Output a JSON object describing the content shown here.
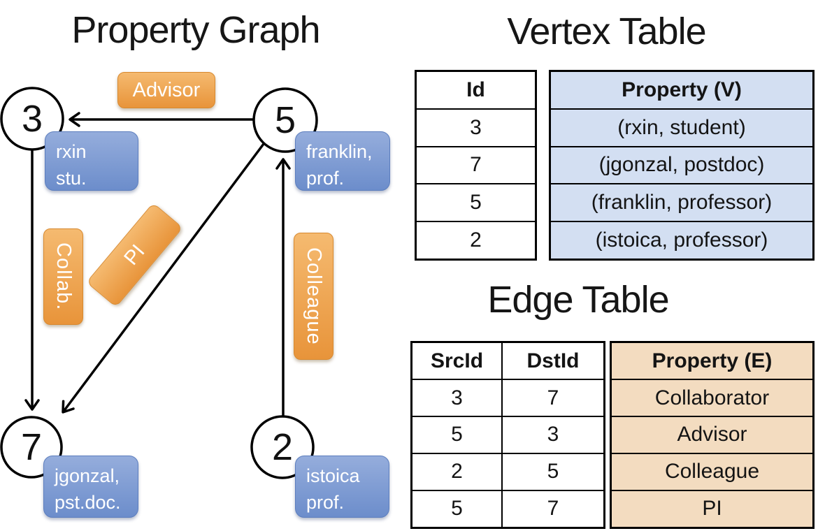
{
  "graph": {
    "title": "Property Graph",
    "nodes": [
      {
        "id": "3",
        "prop1": "rxin",
        "prop2": "stu."
      },
      {
        "id": "5",
        "prop1": "franklin,",
        "prop2": "prof."
      },
      {
        "id": "7",
        "prop1": "jgonzal,",
        "prop2": "pst.doc."
      },
      {
        "id": "2",
        "prop1": "istoica",
        "prop2": "prof."
      }
    ],
    "edge_labels": {
      "advisor": "Advisor",
      "collab": "Collab.",
      "pi": "PI",
      "colleague": "Colleague"
    }
  },
  "vertex_table": {
    "title": "Vertex Table",
    "columns": {
      "id": "Id",
      "property": "Property (V)"
    },
    "rows": [
      {
        "id": "3",
        "property": "(rxin, student)"
      },
      {
        "id": "7",
        "property": "(jgonzal, postdoc)"
      },
      {
        "id": "5",
        "property": "(franklin, professor)"
      },
      {
        "id": "2",
        "property": "(istoica, professor)"
      }
    ]
  },
  "edge_table": {
    "title": "Edge Table",
    "columns": {
      "src": "SrcId",
      "dst": "DstId",
      "property": "Property (E)"
    },
    "rows": [
      {
        "src": "3",
        "dst": "7",
        "property": "Collaborator"
      },
      {
        "src": "5",
        "dst": "3",
        "property": "Advisor"
      },
      {
        "src": "2",
        "dst": "5",
        "property": "Colleague"
      },
      {
        "src": "5",
        "dst": "7",
        "property": "PI"
      }
    ]
  },
  "colors": {
    "edge_label_fill_top": "#F5BA70",
    "edge_label_fill_bottom": "#E8943A",
    "vertex_label_fill_top": "#95ADDC",
    "vertex_label_fill_bottom": "#6C8DCB",
    "vertex_property_column_bg": "#D3DFF2",
    "edge_property_column_bg": "#F3DCC0"
  }
}
